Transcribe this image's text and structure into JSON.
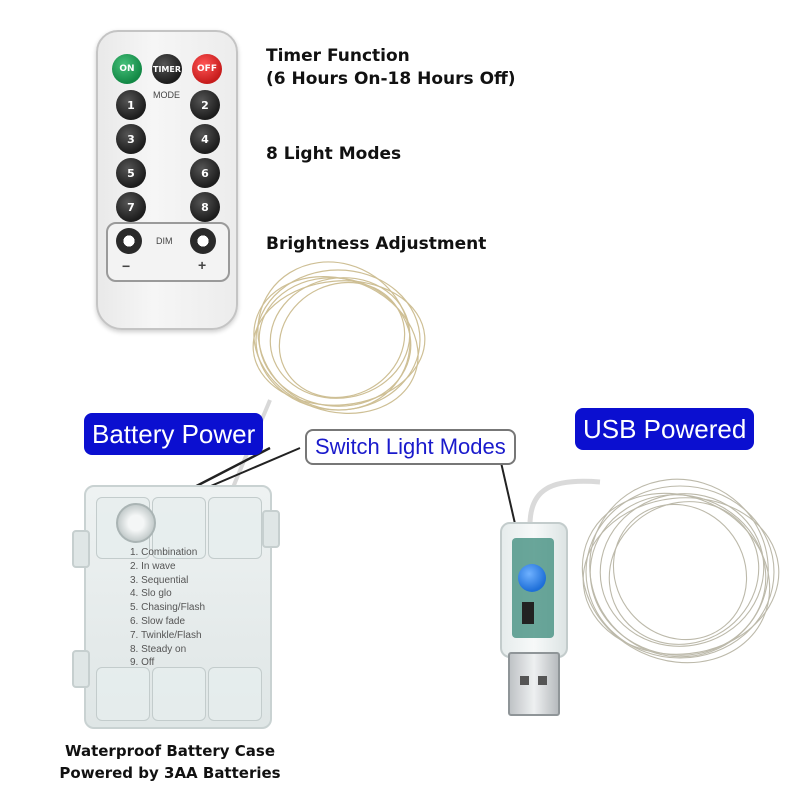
{
  "captions": {
    "timer_line1": "Timer Function",
    "timer_line2": "(6 Hours On-18 Hours Off)",
    "light_modes": "8 Light Modes",
    "brightness": "Brightness Adjustment",
    "battery_case_line1": "Waterproof Battery Case",
    "battery_case_line2": "Powered by 3AA Batteries"
  },
  "badges": {
    "battery_power": "Battery Power",
    "usb_powered": "USB Powered",
    "switch_modes": "Switch Light Modes"
  },
  "remote": {
    "on_label": "ON",
    "timer_label": "TIMER",
    "off_label": "OFF",
    "mode_label": "MODE",
    "numbers": [
      "1",
      "2",
      "3",
      "4",
      "5",
      "6",
      "7",
      "8"
    ],
    "dim_label": "DIM",
    "minus": "−",
    "plus": "+"
  },
  "battery_modes": [
    "1. Combination",
    "2. In wave",
    "3. Sequential",
    "4. Slo glo",
    "5. Chasing/Flash",
    "6. Slow fade",
    "7. Twinkle/Flash",
    "8. Steady on",
    "9. Off"
  ],
  "colors": {
    "badge_blue": "#0b0fd0",
    "switch_text": "#1a1acc",
    "wire_gold": "#c9b98a",
    "wire_silver": "#b9b6a6",
    "usb_button": "#1e6fd8"
  }
}
